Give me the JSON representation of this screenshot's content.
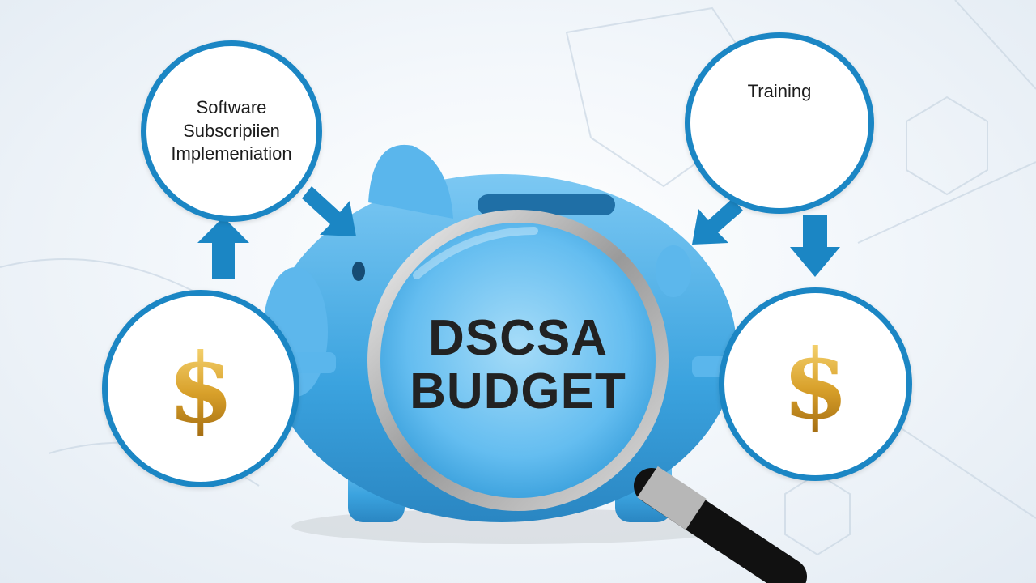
{
  "graphic": {
    "top_left_circle": {
      "lines": [
        "Software",
        "Subscripiien",
        "Implemeniation"
      ]
    },
    "top_right_circle": {
      "label": "Training"
    },
    "bottom_left_circle": {
      "symbol": "$"
    },
    "bottom_right_circle": {
      "symbol": "$"
    },
    "lens": {
      "line1": "DSCSA",
      "line2": "BUDGET"
    }
  },
  "colors": {
    "accent_blue": "#1b86c4",
    "pig_blue": "#4fb0e8",
    "dollar_gold": "#d8a02a"
  },
  "icons": [
    "piggy-bank-icon",
    "magnifying-glass-icon",
    "dollar-icon",
    "arrow-icon"
  ]
}
